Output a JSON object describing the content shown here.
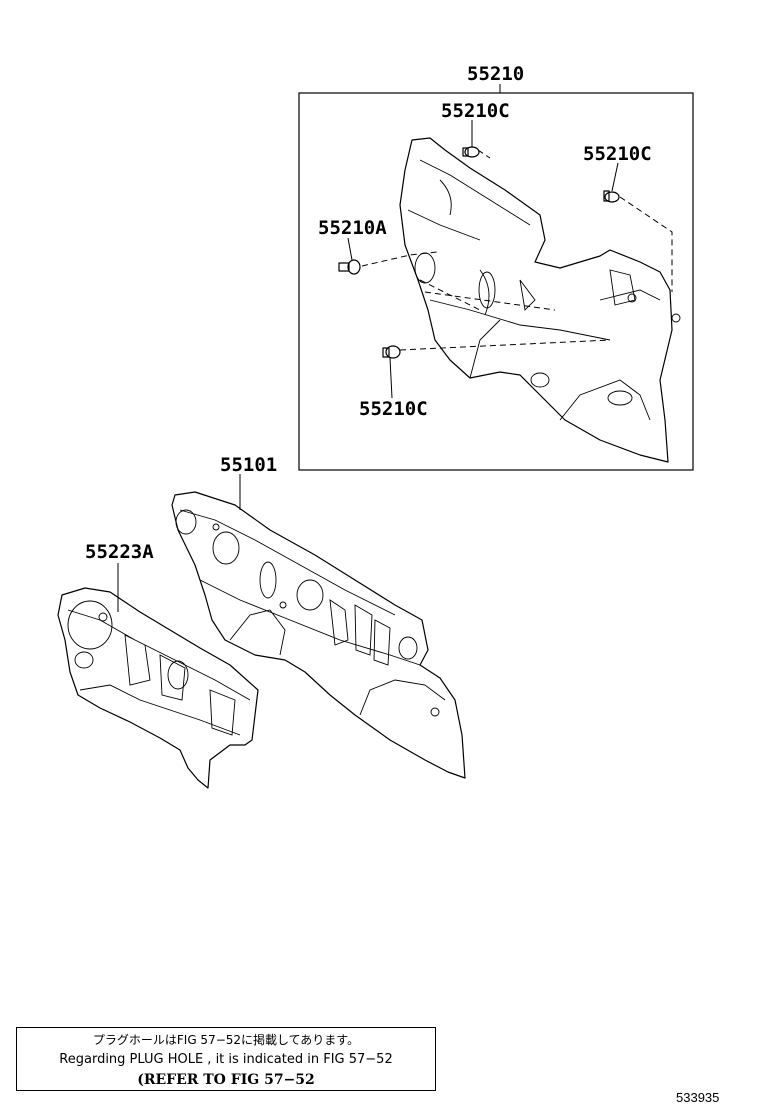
{
  "labels": {
    "assembly": "55210",
    "clip_top": "55210C",
    "clip_right": "55210C",
    "clip_left": "55210A",
    "clip_bottom": "55210C",
    "panel": "55101",
    "insulator": "55223A"
  },
  "note": {
    "line_jp": "プラグホールはFIG 57−52に掲載してあります。",
    "line_en": "Regarding PLUG HOLE , it is indicated in FIG 57−52",
    "line_ref": "(REFER TO FIG 57−52"
  },
  "catalog_id": "533935"
}
